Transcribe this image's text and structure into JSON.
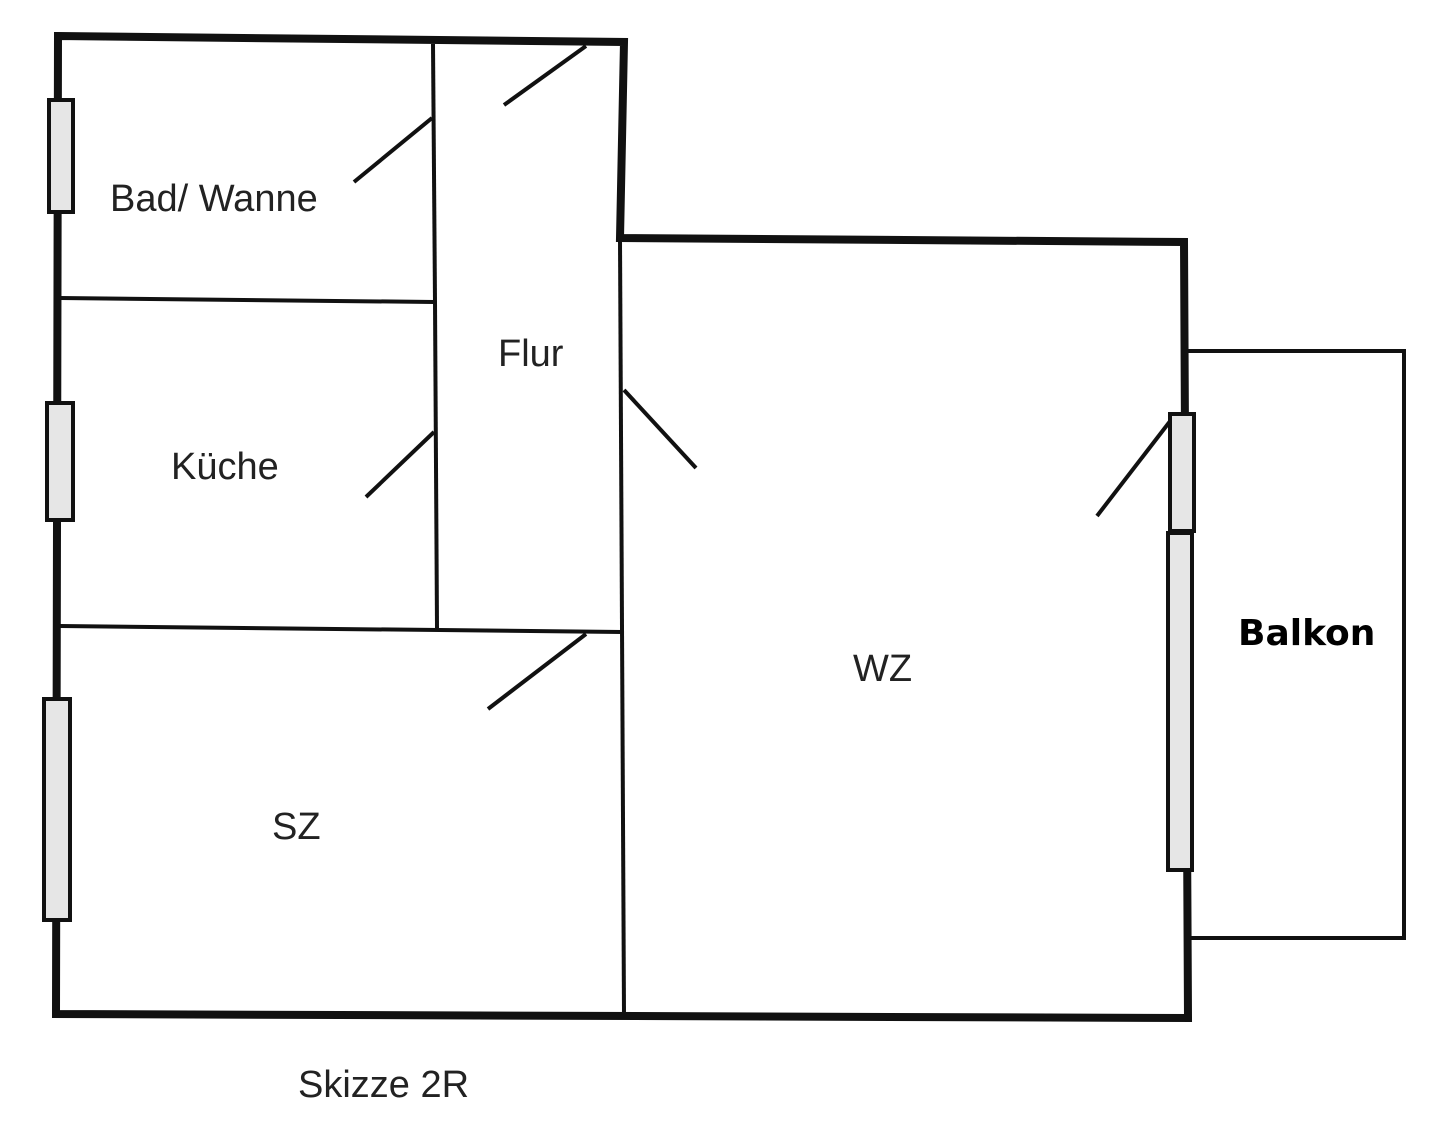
{
  "rooms": {
    "bath": "Bad/ Wanne",
    "hall": "Flur",
    "kitchen": "Küche",
    "bedroom": "SZ",
    "living": "WZ",
    "balcony": "Balkon"
  },
  "caption": "Skizze 2R",
  "colors": {
    "line": "#111111",
    "window_fill": "#e6e6e6",
    "background": "#ffffff"
  }
}
